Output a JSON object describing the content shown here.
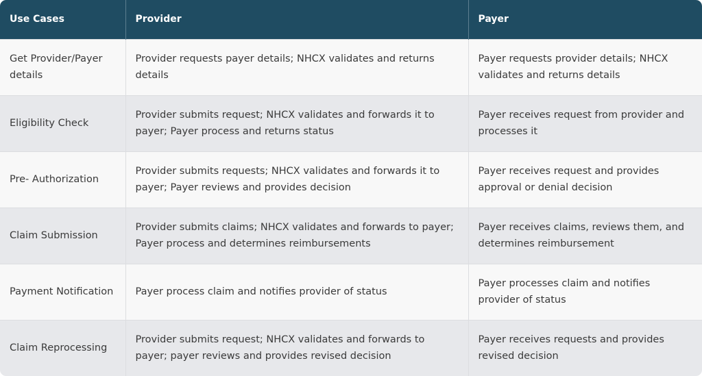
{
  "table": {
    "headers": [
      "Use Cases",
      "Provider",
      "Payer"
    ],
    "rows": [
      {
        "use_case": "Get Provider/Payer details",
        "provider": "Provider requests payer details; NHCX validates and returns details",
        "payer": "Payer requests provider details; NHCX validates and returns details"
      },
      {
        "use_case": "Eligibility Check",
        "provider": "Provider submits request; NHCX validates and forwards it to payer; Payer process and returns status",
        "payer": "Payer receives request from provider and processes it"
      },
      {
        "use_case": "Pre- Authorization",
        "provider": "Provider submits requests; NHCX validates and forwards it to payer; Payer reviews and provides decision",
        "payer": "Payer receives request and provides approval or denial decision"
      },
      {
        "use_case": "Claim Submission",
        "provider": "Provider submits claims; NHCX validates and forwards to payer; Payer process and determines reimbursements",
        "payer": "Payer receives claims, reviews them, and determines reimbursement"
      },
      {
        "use_case": "Payment Notification",
        "provider": "Payer process claim and notifies provider of status",
        "payer": "Payer processes claim and notifies provider of status"
      },
      {
        "use_case": "Claim Reprocessing",
        "provider": "Provider submits request; NHCX validates and forwards to payer; payer reviews and provides revised decision",
        "payer": "Payer receives requests and provides revised decision"
      }
    ]
  },
  "colors": {
    "header_bg": "#1f4c62",
    "header_text": "#ffffff",
    "row_light": "#f8f8f8",
    "row_dark": "#e7e8eb",
    "body_text": "#3a3a3a"
  }
}
